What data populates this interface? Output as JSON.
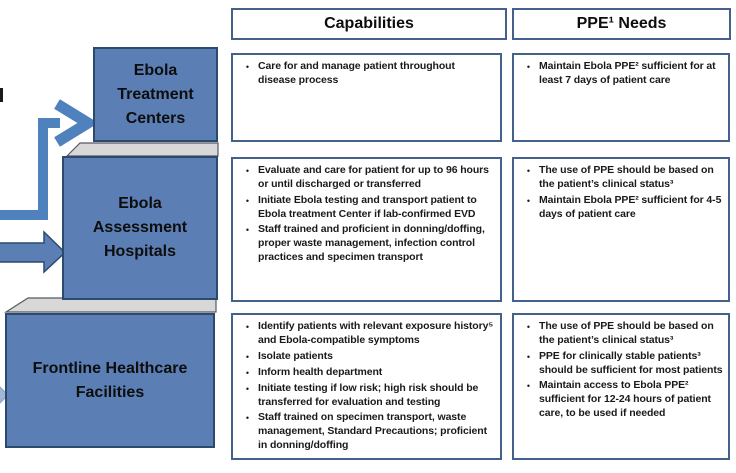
{
  "headers": {
    "capabilities": "Capabilities",
    "ppe_needs": "PPE¹ Needs"
  },
  "tiers": [
    {
      "label": "Ebola Treatment Centers",
      "capabilities": [
        "Care for and manage patient throughout disease process"
      ],
      "ppe_needs": [
        "Maintain Ebola PPE² sufficient for at least 7 days of patient care"
      ]
    },
    {
      "label": "Ebola Assessment Hospitals",
      "capabilities": [
        "Evaluate and care for patient for up to  96 hours  or until discharged or transferred",
        "Initiate Ebola testing and transport patient to Ebola treatment Center if lab-confirmed EVD",
        "Staff trained and  proficient in donning/doffing, proper waste management, infection control  practices and specimen transport"
      ],
      "ppe_needs": [
        "The use of PPE should be based on the patient’s clinical status³",
        "Maintain Ebola PPE² sufficient for 4-5 days of patient care"
      ]
    },
    {
      "label": "Frontline Healthcare Facilities",
      "capabilities": [
        "Identify patients with relevant exposure history⁵  and Ebola-compatible symptoms",
        "Isolate patients",
        "Inform health department",
        "Initiate testing if low risk; high risk should be transferred for evaluation and testing",
        "Staff trained on specimen transport, waste management, Standard Precautions; proficient in donning/doffing"
      ],
      "ppe_needs": [
        "The use of PPE should be based on the patient’s clinical status³",
        "PPE for clinically stable patients³ should be sufficient for most patients",
        "Maintain access to Ebola PPE² sufficient for 12-24 hours of patient care, to be used if needed"
      ]
    }
  ],
  "bullet_glyph": "•",
  "colors": {
    "tier_fill": "#5b7fb4",
    "tier_border": "#2c4a6e",
    "panel_border": "#44618e",
    "step_strip_gray": "#d8d8d8",
    "arrow_blue": "#4f81bd",
    "text": "#1a1a1a"
  }
}
